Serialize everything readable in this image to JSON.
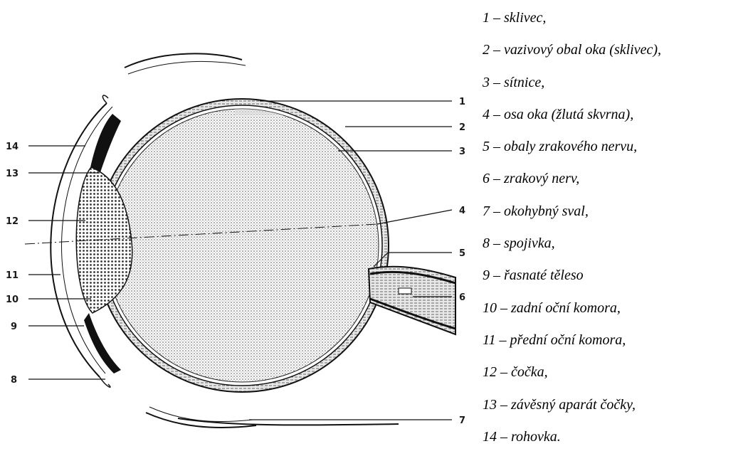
{
  "figure": {
    "labels": [
      "1",
      "2",
      "3",
      "4",
      "5",
      "6",
      "7",
      "8",
      "9",
      "10",
      "11",
      "12",
      "13",
      "14"
    ],
    "lens_tag": "12",
    "nerve_tag": "6"
  },
  "legend": {
    "items": [
      "1 – sklivec,",
      "2 – vazivový obal oka (sklivec),",
      "3 – sítnice,",
      "4 – osa oka (žlutá skvrna),",
      "5 – obaly zrakového nervu,",
      "6 – zrakový nerv,",
      "7 – okohybný sval,",
      "8 – spojivka,",
      "9 – řasnaté těleso",
      "10 – zadní oční komora,",
      "11 – přední oční komora,",
      "12 – čočka,",
      "13 – závěsný aparát čočky,",
      "14 – rohovka."
    ]
  }
}
